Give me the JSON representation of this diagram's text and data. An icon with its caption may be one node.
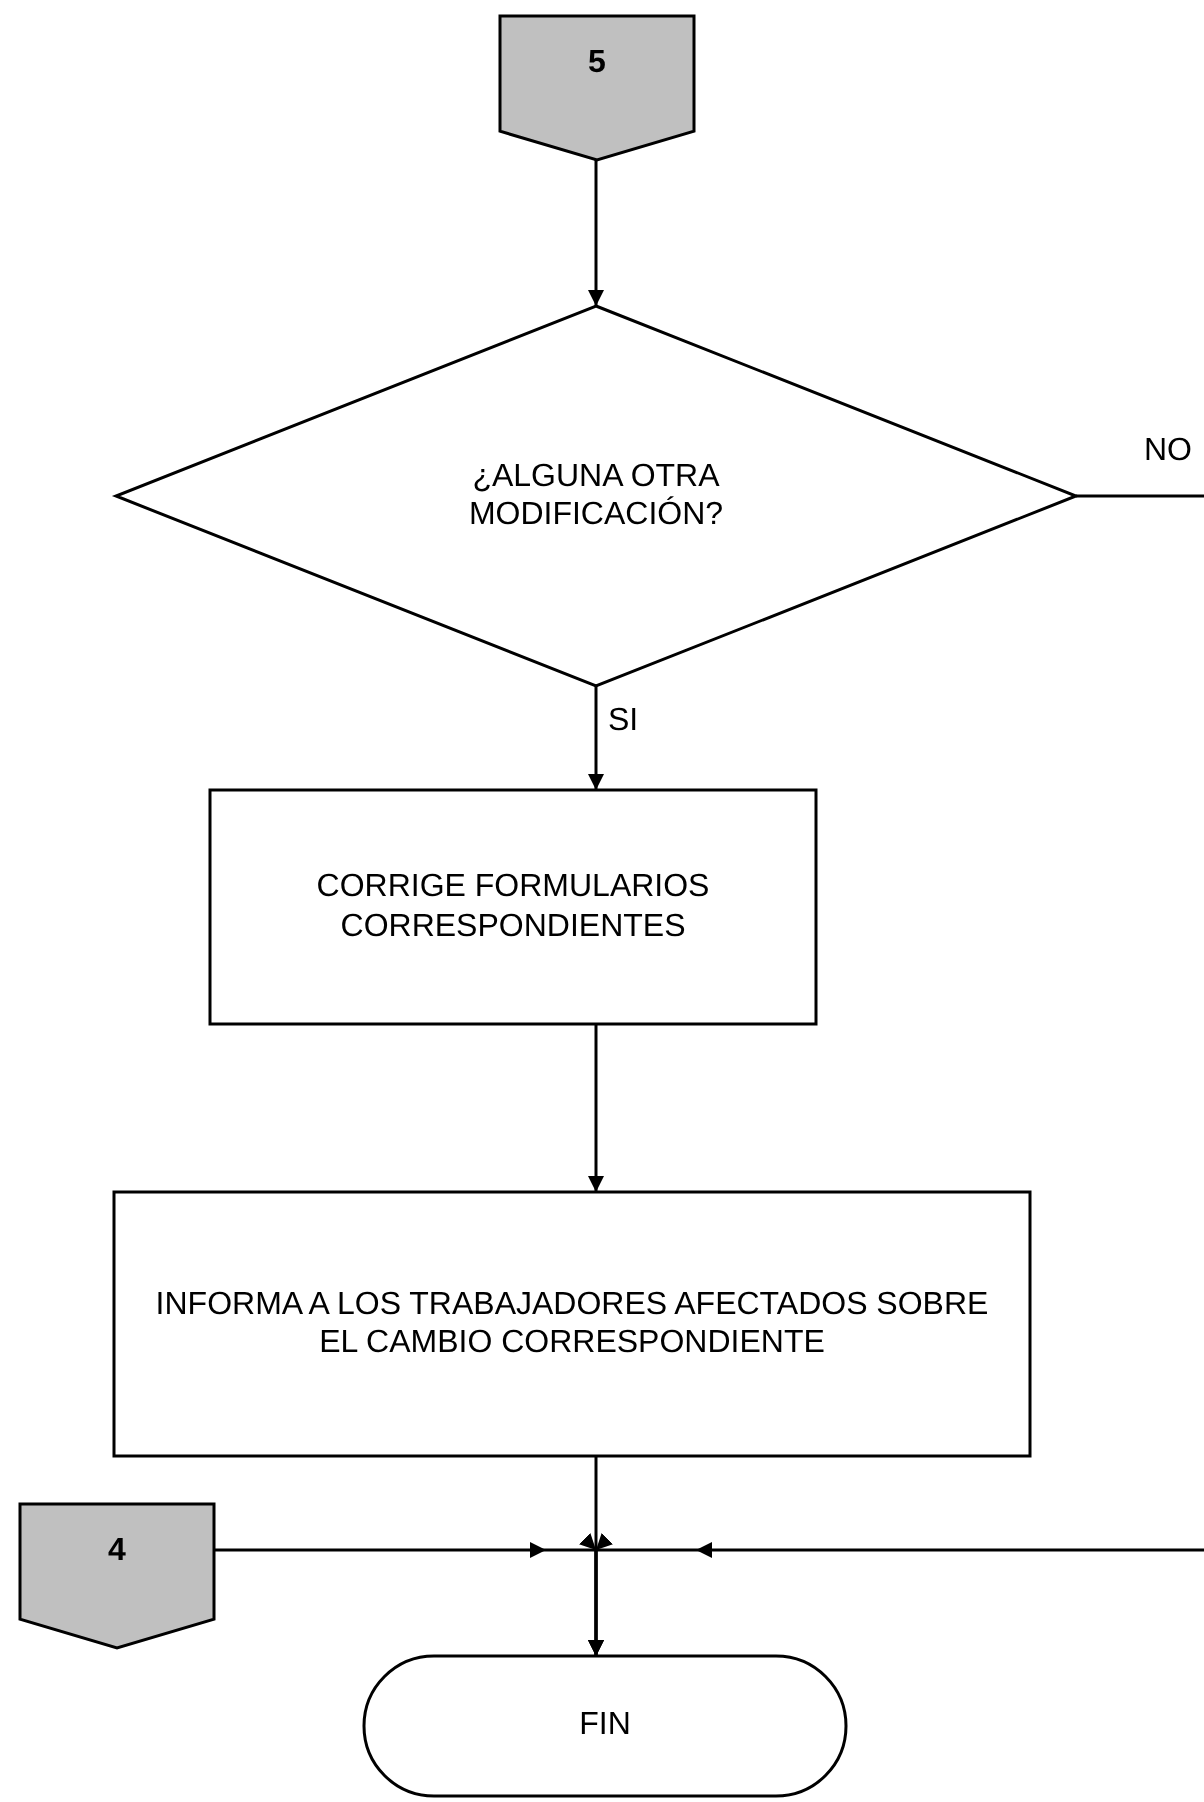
{
  "diagram": {
    "nodes": [
      {
        "text": [
          "5"
        ]
      },
      {
        "text": [
          "¿ALGUNA OTRA MODIFICACIÓN?"
        ]
      },
      {
        "text": [
          "CORRIGE FORMULARIOS CORRESPONDIENTES"
        ]
      },
      {
        "text": [
          "INFORMA A LOS TRABAJADORES AFECTADOS SOBRE EL CAMBIO CORRESPONDIENTE"
        ]
      },
      {
        "text": [
          "4"
        ]
      },
      {
        "text": [
          "FIN"
        ]
      }
    ],
    "edges": [
      {
        "from": 0,
        "to": 1,
        "arrow": "to"
      },
      {
        "from": 1,
        "to": 2,
        "arrow": "to",
        "label": "SI"
      },
      {
        "from": 2,
        "to": 3,
        "arrow": "to"
      },
      {
        "from": 3,
        "to": 5,
        "arrow": "to"
      },
      {
        "from": 4,
        "to": 5,
        "arrow": "to"
      },
      {
        "from": 1,
        "to": null,
        "arrow": "none",
        "label": "NO"
      },
      {
        "from": null,
        "to": 5,
        "arrow": "to"
      }
    ]
  }
}
